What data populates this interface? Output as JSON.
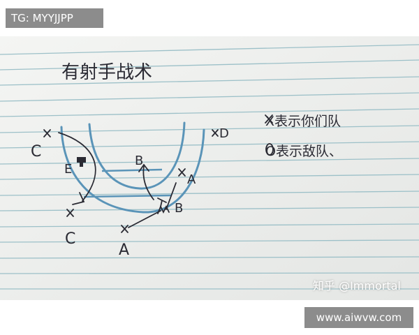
{
  "watermarks": {
    "top_left": "TG: MYYJJPP",
    "bottom_right": "www.aiwvw.com",
    "zhihu": "知乎 @Immortal"
  },
  "note": {
    "title": "有射手战术",
    "legend_line1": "X表示你们队",
    "legend_line2": "O表示敌队、"
  },
  "diagram": {
    "labels": {
      "A_bottom": "A",
      "A_upper": "A",
      "B_upper": "B",
      "B_lower": "B",
      "C_left": "C",
      "C_lower": "C",
      "D": "D",
      "E": "E"
    }
  },
  "colors": {
    "paper": "#eef0ee",
    "rule_lines": "#9cc0c8",
    "blue_ink": "#5a94b8",
    "pen_ink": "#2a2a33"
  }
}
